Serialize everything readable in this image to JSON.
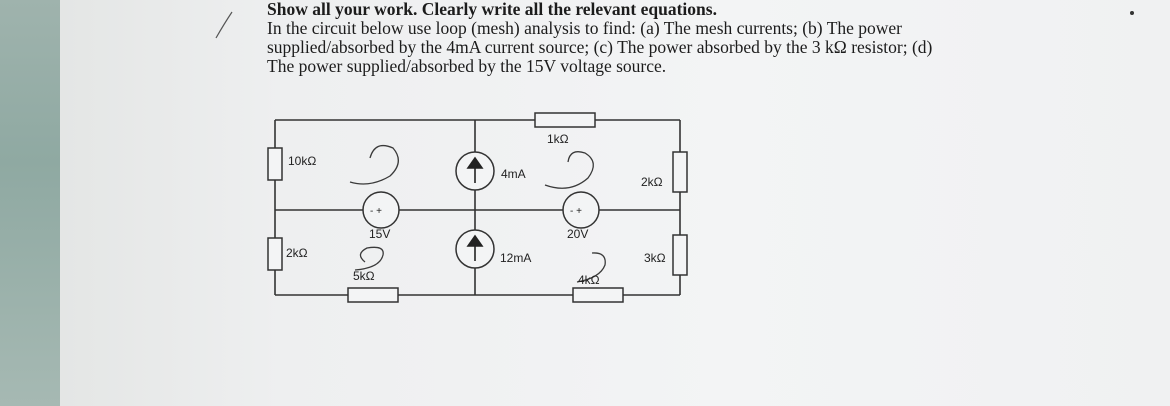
{
  "problem": {
    "line1": "Show all your work. Clearly write all the relevant equations.",
    "line2": "In the circuit below use loop (mesh) analysis to find: (a) The mesh currents; (b) The power",
    "line3": "supplied/absorbed by the 4mA current source; (c) The power absorbed by the 3 kΩ resistor; (d)",
    "line4": "The power supplied/absorbed by the 15V voltage source."
  },
  "circuit": {
    "r_10k": "10kΩ",
    "r_2k_left": "2kΩ",
    "r_1k": "1kΩ",
    "r_2k_right": "2kΩ",
    "r_3k": "3kΩ",
    "r_5k": "5kΩ",
    "r_4k": "4kΩ",
    "src_4ma": "4mA",
    "src_12ma": "12mA",
    "src_15v": "15V",
    "src_20v": "20V",
    "polarity": "- +"
  }
}
